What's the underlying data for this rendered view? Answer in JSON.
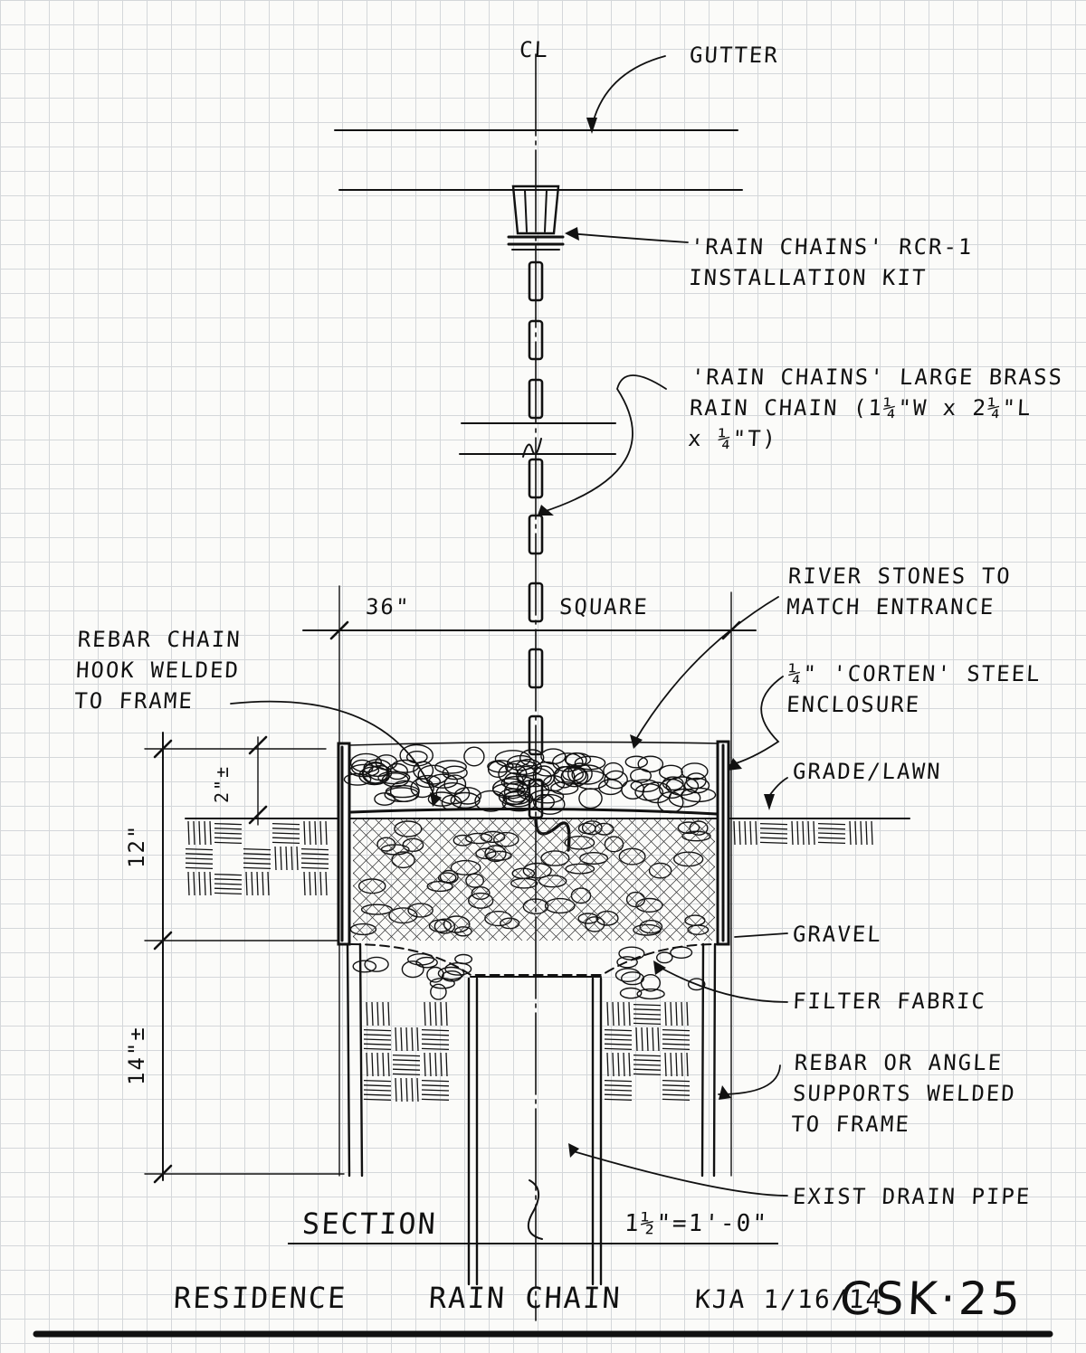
{
  "centerline_mark": "CL",
  "labels": {
    "gutter": "GUTTER",
    "install_kit": [
      "'RAIN CHAINS' RCR-1",
      "INSTALLATION KIT"
    ],
    "rain_chain": [
      "'RAIN CHAINS' LARGE BRASS",
      "RAIN CHAIN (1¼\"W x 2¼\"L",
      "x ¼\"T)"
    ],
    "river_stones": [
      "RIVER STONES TO",
      "MATCH ENTRANCE"
    ],
    "corten": [
      "¼\" 'CORTEN' STEEL",
      "ENCLOSURE"
    ],
    "grade": "GRADE/LAWN",
    "gravel": "GRAVEL",
    "filter": "FILTER FABRIC",
    "supports": [
      "REBAR OR ANGLE",
      "SUPPORTS WELDED",
      "TO FRAME"
    ],
    "drain": "EXIST DRAIN PIPE",
    "rebar_hook": [
      "REBAR CHAIN",
      "HOOK WELDED",
      "TO FRAME"
    ]
  },
  "dimensions": {
    "width": "36\"",
    "square": "SQUARE",
    "two_plus": "2\"±",
    "twelve": "12\"",
    "fourteen": "14\"±"
  },
  "section": {
    "title": "SECTION",
    "scale": "1½\"=1'-0\""
  },
  "title_block": {
    "project": "RESIDENCE",
    "drawing": "RAIN CHAIN",
    "author_date": "KJA 1/16/14",
    "sheet": "CSK·25"
  }
}
